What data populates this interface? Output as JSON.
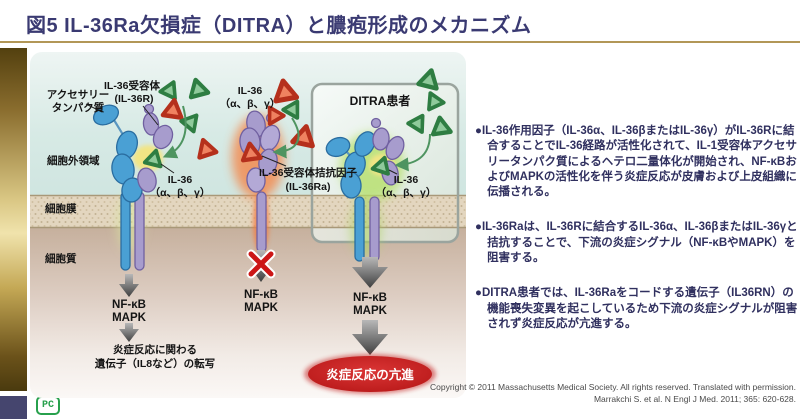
{
  "title": "図5 IL-36Ra欠損症（DITRA）と膿疱形成のメカニズム",
  "logo": {
    "text": "PC"
  },
  "diagram": {
    "labels": {
      "accessory_line1": "アクセサリー",
      "accessory_line2": "タンパク質",
      "receptor_line1": "IL-36受容体",
      "receptor_line2": "(IL-36R)",
      "extracellular": "細胞外領域",
      "membrane": "細胞膜",
      "cytoplasm": "細胞質",
      "il36_line1": "IL-36",
      "il36_line2": "（α、β、γ）",
      "antagonist_line1": "IL-36受容体拮抗因子",
      "antagonist_line2": "(IL-36Ra)",
      "ditra_patient": "DITRA患者",
      "nfkb": "NF-κB",
      "mapk": "MAPK",
      "transcription_line1": "炎症反応に関わる",
      "transcription_line2": "遺伝子（IL8など）の転写",
      "inflammation_result": "炎症反応の亢進"
    }
  },
  "bullets": [
    "●IL-36作用因子（IL-36α、IL-36βまたはIL-36γ）がIL-36Rに結合することでIL-36経路が活性化されて、IL-1受容体アクセサリータンパク質によるヘテロ二量体化が開始され、NF-κBおよびMAPKの活性化を伴う炎症反応が皮膚および上皮組織に伝播される。",
    "●IL-36Raは、IL-36Rに結合するIL-36α、IL-36βまたはIL-36γと拮抗することで、下流の炎症シグナル（NF-κBやMAPK）を阻害する。",
    "●DITRA患者では、IL-36Raをコードする遺伝子（IL36RN）の機能喪失変異を起こしているため下流の炎症シグナルが阻害されず炎症反応が亢進する。"
  ],
  "copyright": {
    "line1": "Copyright © 2011 Massachusetts Medical Society. All rights reserved. Translated with permission.",
    "line2": "Marrakchi S. et al. N Engl J Med. 2011; 365: 620-628."
  },
  "colors": {
    "accent_navy": "#3a3a72",
    "gold_rule": "#b29757",
    "alert_red": "#c41e1e",
    "agonist_green": "#55a565",
    "antagonist_red": "#e65535"
  }
}
